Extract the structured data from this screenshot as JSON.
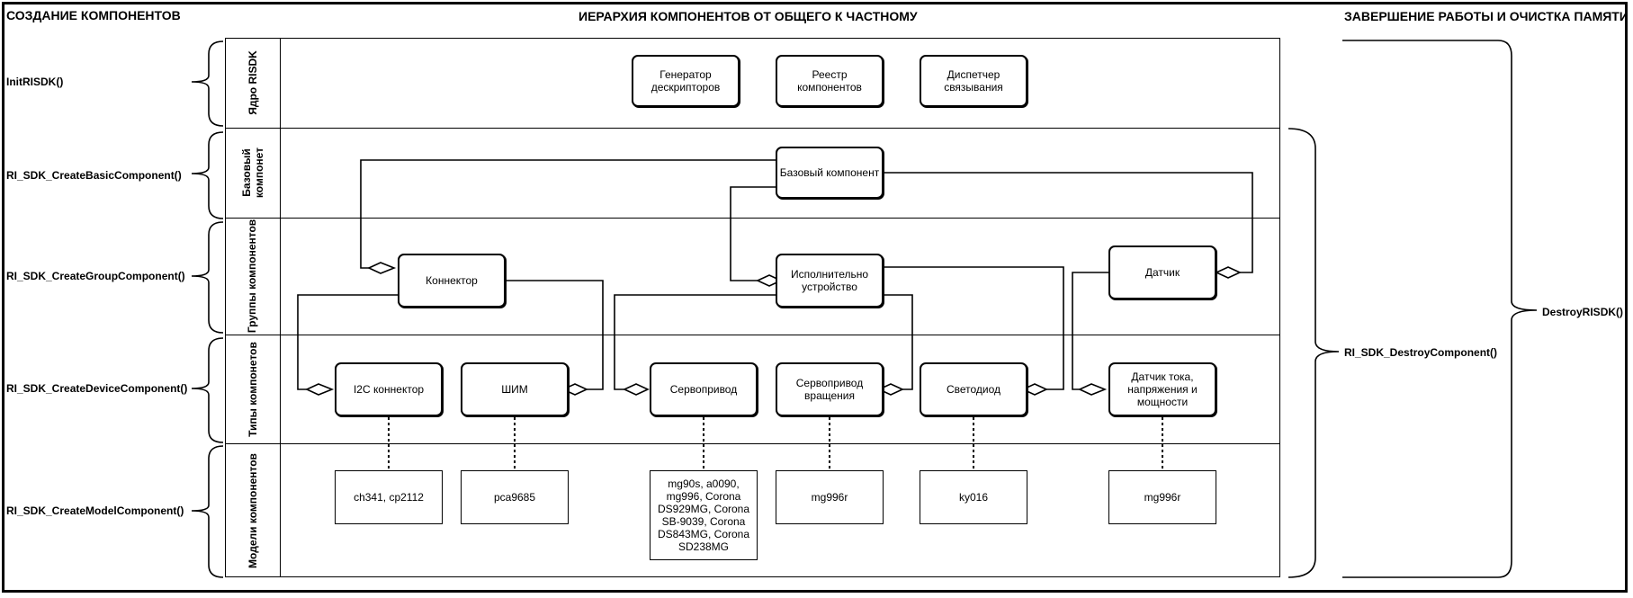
{
  "headers": {
    "left": "СОЗДАНИЕ КОМПОНЕНТОВ",
    "center": "ИЕРАРХИЯ КОМПОНЕНТОВ ОТ ОБЩЕГО К ЧАСТНОМУ",
    "right": "ЗАВЕРШЕНИЕ РАБОТЫ И ОЧИСТКА ПАМЯТИ"
  },
  "create_functions": {
    "init": "InitRISDK()",
    "basic": "RI_SDK_CreateBasicComponent()",
    "group": "RI_SDK_CreateGroupComponent()",
    "device": "RI_SDK_CreateDeviceComponent()",
    "model": "RI_SDK_CreateModelComponent()"
  },
  "cleanup_functions": {
    "destroy_component": "RI_SDK_DestroyComponent()",
    "destroy_sdk": "DestroyRISDK()"
  },
  "rows": {
    "core": "Ядро RISDK",
    "basic": "Базовый компонет",
    "groups": "Группы компонентов",
    "types": "Типы компонетов",
    "models": "Модели компонентов"
  },
  "core_nodes": {
    "descriptor_generator": "Генератор дескрипторов",
    "component_registry": "Реестр компонентов",
    "binding_dispatcher": "Диспетчер связывания"
  },
  "basic_node": "Базовый компонент",
  "group_nodes": {
    "connector": "Коннектор",
    "actuator": "Исполнительно устройство",
    "sensor": "Датчик"
  },
  "type_nodes": {
    "i2c": "I2C коннектор",
    "pwm": "ШИМ",
    "servo": "Сервопривод",
    "rotation_servo": "Сервопривод вращения",
    "led": "Светодиод",
    "current_sensor": "Датчик тока, напряжения и мощности"
  },
  "model_nodes": {
    "i2c": "ch341, cp2112",
    "pwm": "pca9685",
    "servo": "mg90s, a0090, mg996, Corona DS929MG, Corona SB-9039, Corona DS843MG, Corona SD238MG",
    "rotation_servo": "mg996r",
    "led": "ky016",
    "current_sensor": "mg996r"
  }
}
